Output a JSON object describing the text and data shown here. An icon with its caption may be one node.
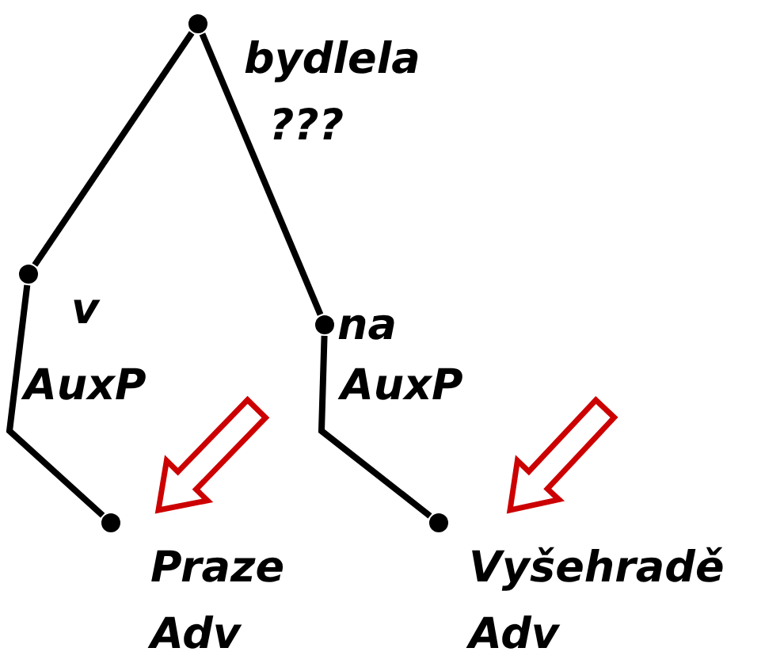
{
  "diagram": {
    "nodes": [
      {
        "text": [],
        "shape": "circle",
        "beside": [
          "bydlela",
          "???"
        ]
      },
      {
        "text": [],
        "shape": "circle",
        "beside": [
          "v",
          "AuxP"
        ]
      },
      {
        "text": [],
        "shape": "circle",
        "beside": [
          "Praze",
          "Adv"
        ]
      },
      {
        "text": [],
        "shape": "circle",
        "beside": [
          "na",
          "AuxP"
        ]
      },
      {
        "text": [],
        "shape": "circle",
        "beside": [
          "Vyšehradě",
          "Adv"
        ]
      }
    ],
    "edges": [
      {
        "from": 0,
        "to": 1,
        "arrow": "none"
      },
      {
        "from": 1,
        "to": 2,
        "arrow": "none"
      },
      {
        "from": 0,
        "to": 3,
        "arrow": "none"
      },
      {
        "from": 3,
        "to": 4,
        "arrow": "none"
      },
      {
        "from": 1,
        "to": 2,
        "arrow": "to",
        "style": "thick",
        "color": "#cc0000"
      },
      {
        "from": 3,
        "to": 4,
        "arrow": "to",
        "style": "thick",
        "color": "#cc0000"
      }
    ]
  }
}
